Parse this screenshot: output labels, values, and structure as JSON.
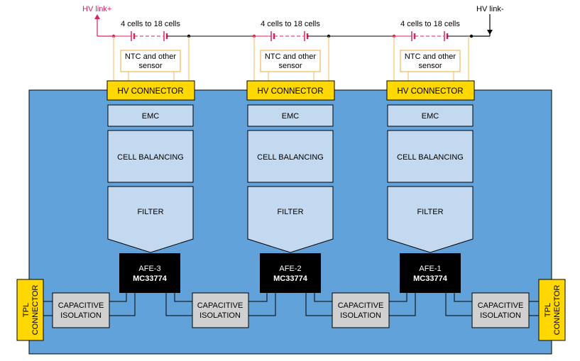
{
  "hv_link_plus": "HV link+",
  "hv_link_minus": "HV link-",
  "modules": [
    {
      "cells_label": "4 cells to 18 cells",
      "sensor_label_line1": "NTC and other",
      "sensor_label_line2": "sensor",
      "hv_connector": "HV CONNECTOR",
      "emc": "EMC",
      "cell_balancing": "CELL BALANCING",
      "filter": "FILTER",
      "afe_name": "AFE-3",
      "afe_part": "MC33774"
    },
    {
      "cells_label": "4 cells to 18 cells",
      "sensor_label_line1": "NTC and other",
      "sensor_label_line2": "sensor",
      "hv_connector": "HV CONNECTOR",
      "emc": "EMC",
      "cell_balancing": "CELL BALANCING",
      "filter": "FILTER",
      "afe_name": "AFE-2",
      "afe_part": "MC33774"
    },
    {
      "cells_label": "4 cells to 18 cells",
      "sensor_label_line1": "NTC and other",
      "sensor_label_line2": "sensor",
      "hv_connector": "HV CONNECTOR",
      "emc": "EMC",
      "cell_balancing": "CELL BALANCING",
      "filter": "FILTER",
      "afe_name": "AFE-1",
      "afe_part": "MC33774"
    }
  ],
  "isolations": [
    {
      "line1": "CAPACITIVE",
      "line2": "ISOLATION"
    },
    {
      "line1": "CAPACITIVE",
      "line2": "ISOLATION"
    },
    {
      "line1": "CAPACITIVE",
      "line2": "ISOLATION"
    },
    {
      "line1": "CAPACITIVE",
      "line2": "ISOLATION"
    }
  ],
  "tpl_left": {
    "line1": "TPL",
    "line2": "CONNECTOR"
  },
  "tpl_right": {
    "line1": "TPL",
    "line2": "CONNECTOR"
  },
  "colors": {
    "board": "#62a2da",
    "hv_connector": "#ffd800",
    "block": "#c3d9ef",
    "afe": "#000000",
    "isolation": "#d0d0d0",
    "hv_plus": "#d6245a",
    "wire": "#f0b85a"
  }
}
